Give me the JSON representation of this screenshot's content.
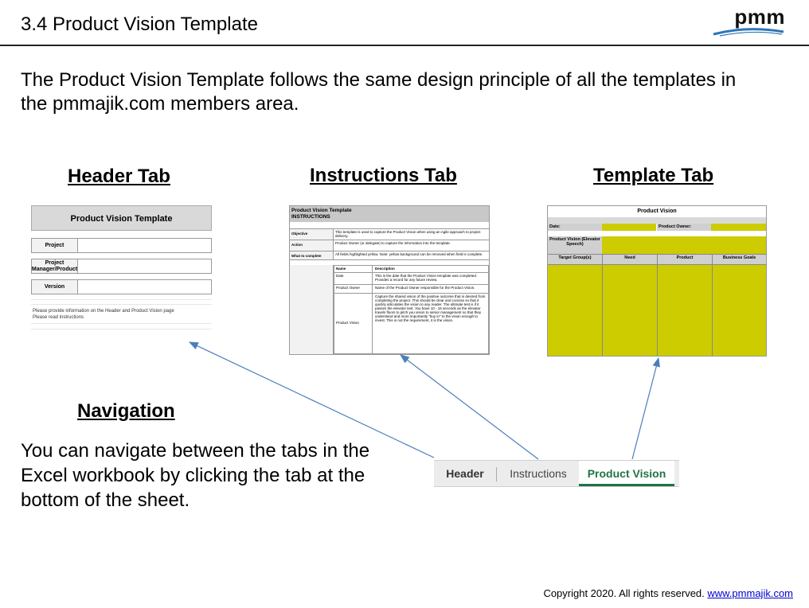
{
  "slide": {
    "title": "3.4 Product Vision Template",
    "logo_text": "pmm",
    "intro": "The Product Vision Template follows the same design principle of all the templates in the pmmajik.com members area."
  },
  "sections": {
    "header_tab": "Header Tab",
    "instructions_tab": "Instructions Tab",
    "template_tab": "Template Tab"
  },
  "header_sheet": {
    "title": "Product Vision Template",
    "project_label": "Project",
    "manager_label": "Project Manager/Product",
    "version_label": "Version",
    "note1": "Please provide information on the Header and Product Vision page",
    "note2": "Please read instructions"
  },
  "instructions_sheet": {
    "title": "Product Vision Template",
    "subtitle": "INSTRUCTIONS",
    "rows": [
      {
        "k": "Objective",
        "v": "This template is used to capture the Product Vision when using an Agile approach to project delivery."
      },
      {
        "k": "Action",
        "v": "Product Owner (or delegate) to capture the information into the template."
      },
      {
        "k": "What to complete",
        "v": "All fields highlighted yellow. Note: yellow background can be removed when field is complete."
      }
    ],
    "table_headers": {
      "name": "Name",
      "desc": "Description"
    },
    "table_rows": [
      {
        "name": "Date",
        "desc": "This is the date that the Product Vision template was completed. Provides a record for any future review."
      },
      {
        "name": "Product Owner",
        "desc": "Name of the Product Owner responsible for the Product Vision."
      },
      {
        "name": "Product Vision",
        "desc": "Capture the shared vision of the positive outcome that is desired from completing the project. This should be clear and concise so that it quickly articulates the vision to any reader. The ultimate test is if it passes the elevator test. You have 10 - 15 seconds as the elevator travels floors to pitch you vision to senior management so that they understand and more importantly \"buy in\" to the vision enough to invest. This is not the requirement, it is the vision."
      }
    ]
  },
  "template_sheet": {
    "title": "Product Vision",
    "date_label": "Date:",
    "owner_label": "Product Owner:",
    "vision_label": "Product Vision (Elevator Speech)",
    "columns": [
      "Target Group(s)",
      "Need",
      "Product",
      "Business Goals"
    ]
  },
  "navigation": {
    "heading": "Navigation",
    "text": "You can navigate between the tabs in the Excel workbook by clicking the tab at the bottom of the sheet."
  },
  "tabs": {
    "header": "Header",
    "instructions": "Instructions",
    "product_vision": "Product Vision",
    "active_color": "#217346"
  },
  "footer": {
    "copyright": "Copyright 2020.  All rights reserved. ",
    "link": "www.pmmajik.com"
  },
  "colors": {
    "template_yellow": "#cccc00",
    "arrow_blue": "#4a7ebb"
  }
}
